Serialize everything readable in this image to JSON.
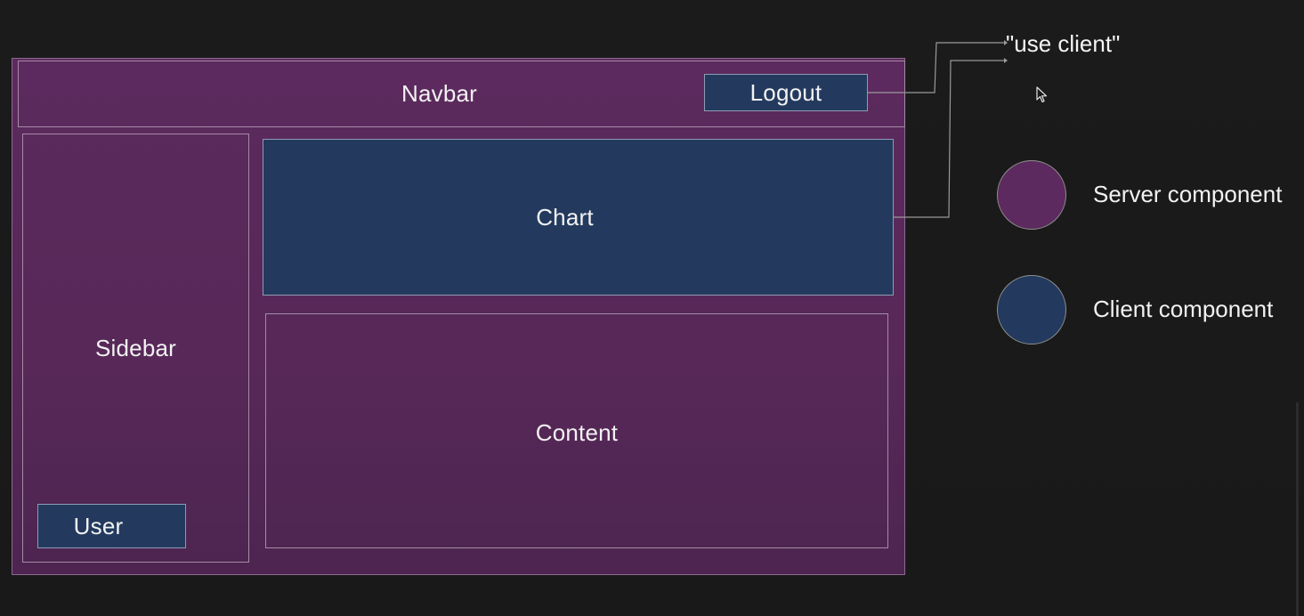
{
  "diagram": {
    "navbar_label": "Navbar",
    "logout_label": "Logout",
    "sidebar_label": "Sidebar",
    "user_label": "User",
    "chart_label": "Chart",
    "content_label": "Content",
    "annotation": "\"use client\""
  },
  "legend": {
    "items": [
      {
        "label": "Server component",
        "color": "#5c2a5e"
      },
      {
        "label": "Client component",
        "color": "#233a5e"
      }
    ]
  },
  "colors": {
    "server": "#5c2a5e",
    "client": "#233a5e",
    "background": "#1a1a1a"
  },
  "icons": {
    "cursor": "mouse-pointer-icon"
  }
}
